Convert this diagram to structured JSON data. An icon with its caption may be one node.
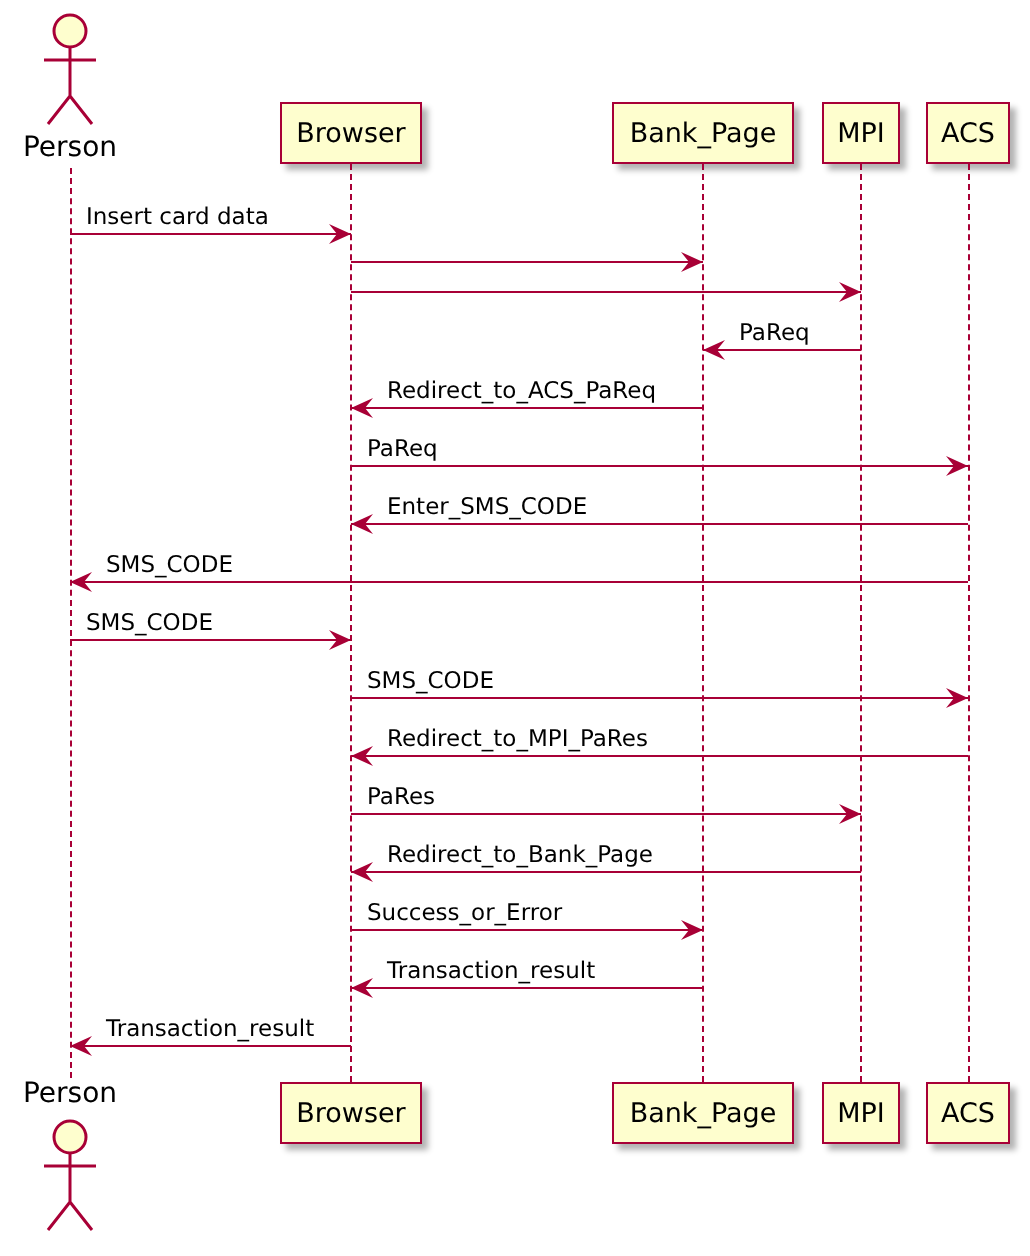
{
  "diagram": {
    "nodes": [
      {
        "text": [
          "Person"
        ]
      },
      {
        "text": [
          "Browser"
        ]
      },
      {
        "text": [
          "Bank_Page"
        ]
      },
      {
        "text": [
          "MPI"
        ]
      },
      {
        "text": [
          "ACS"
        ]
      },
      {
        "text": [],
        "shape": "line"
      },
      {
        "text": [],
        "shape": "line"
      },
      {
        "text": [],
        "shape": "line"
      },
      {
        "text": [],
        "shape": "line"
      },
      {
        "text": [],
        "shape": "line"
      },
      {
        "text": [
          "Person"
        ]
      },
      {
        "text": [
          "Browser"
        ]
      },
      {
        "text": [
          "Bank_Page"
        ]
      },
      {
        "text": [
          "MPI"
        ]
      },
      {
        "text": [
          "ACS"
        ]
      }
    ],
    "edges": [
      {
        "from": 5,
        "to": 6,
        "arrow": "to",
        "label": "Insert card data"
      },
      {
        "from": 6,
        "to": 7,
        "arrow": "to"
      },
      {
        "from": 6,
        "to": 8,
        "arrow": "to"
      },
      {
        "from": 8,
        "to": 7,
        "arrow": "to",
        "label": "PaReq"
      },
      {
        "from": 7,
        "to": 6,
        "arrow": "to",
        "label": "Redirect_to_ACS_PaReq"
      },
      {
        "from": 6,
        "to": 9,
        "arrow": "to",
        "label": "PaReq"
      },
      {
        "from": 9,
        "to": 6,
        "arrow": "to",
        "label": "Enter_SMS_CODE"
      },
      {
        "from": 9,
        "to": 5,
        "arrow": "to",
        "label": "SMS_CODE"
      },
      {
        "from": 5,
        "to": 6,
        "arrow": "to",
        "label": "SMS_CODE"
      },
      {
        "from": 6,
        "to": 9,
        "arrow": "to",
        "label": "SMS_CODE"
      },
      {
        "from": 9,
        "to": 6,
        "arrow": "to",
        "label": "Redirect_to_MPI_PaRes"
      },
      {
        "from": 6,
        "to": 8,
        "arrow": "to",
        "label": "PaRes"
      },
      {
        "from": 8,
        "to": 6,
        "arrow": "to",
        "label": "Redirect_to_Bank_Page"
      },
      {
        "from": 6,
        "to": 7,
        "arrow": "to",
        "label": "Success_or_Error"
      },
      {
        "from": 7,
        "to": 6,
        "arrow": "to",
        "label": "Transaction_result"
      },
      {
        "from": 6,
        "to": 5,
        "arrow": "to",
        "label": "Transaction_result"
      }
    ]
  }
}
